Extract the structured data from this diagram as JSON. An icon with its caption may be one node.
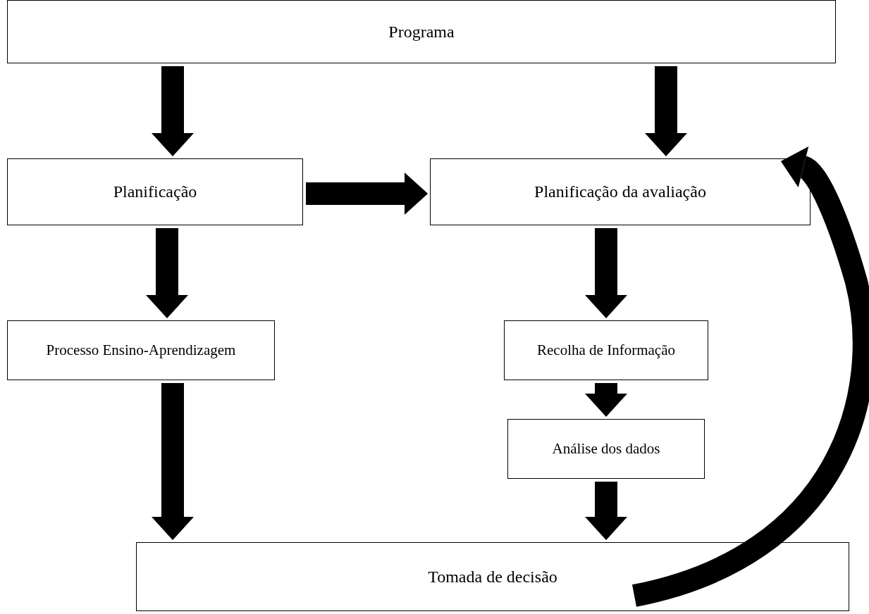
{
  "diagram": {
    "nodes": [
      {
        "text": [
          "Programa"
        ]
      },
      {
        "text": [
          "Planificação"
        ]
      },
      {
        "text": [
          "Planificação da avaliação"
        ]
      },
      {
        "text": [
          "Processo Ensino-Aprendizagem"
        ]
      },
      {
        "text": [
          "Recolha de Informação"
        ]
      },
      {
        "text": [
          "Análise dos dados"
        ]
      },
      {
        "text": [
          "Tomada de decisão"
        ]
      }
    ],
    "edges": [
      {
        "from": 0,
        "to": 1,
        "arrow": "to"
      },
      {
        "from": 0,
        "to": 2,
        "arrow": "to"
      },
      {
        "from": 1,
        "to": 2,
        "arrow": "to"
      },
      {
        "from": 1,
        "to": 3,
        "arrow": "to"
      },
      {
        "from": 2,
        "to": 4,
        "arrow": "to"
      },
      {
        "from": 3,
        "to": 6,
        "arrow": "to"
      },
      {
        "from": 4,
        "to": 5,
        "arrow": "to"
      },
      {
        "from": 5,
        "to": 6,
        "arrow": "to"
      },
      {
        "from": 6,
        "to": 2,
        "arrow": "to"
      }
    ]
  }
}
